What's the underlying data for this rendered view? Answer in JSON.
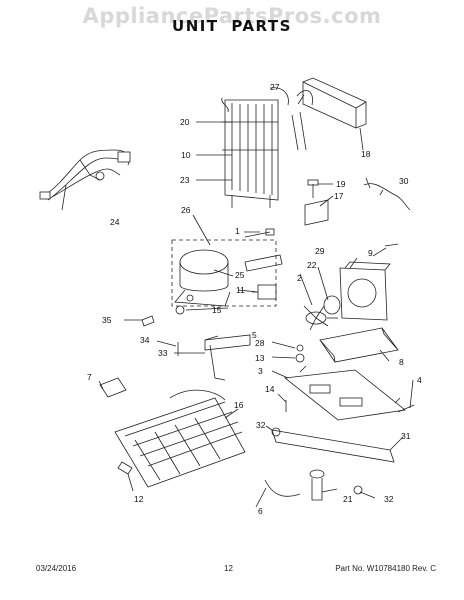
{
  "watermark": "AppliancePartsPros.com",
  "title": "UNIT  PARTS",
  "footer": {
    "date": "03/24/2016",
    "page_number": "12",
    "part_number": "Part No.  W10784180  Rev.  C"
  },
  "callouts": [
    "1",
    "2",
    "3",
    "4",
    "5",
    "6",
    "7",
    "8",
    "9",
    "10",
    "11",
    "12",
    "13",
    "14",
    "15",
    "16",
    "17",
    "18",
    "19",
    "20",
    "21",
    "22",
    "23",
    "24",
    "25",
    "26",
    "27",
    "28",
    "29",
    "30",
    "31",
    "32",
    "32",
    "33",
    "34",
    "35"
  ],
  "components": {
    "wire_harness": "wire-harness-icon",
    "condenser": "condenser-coil-icon",
    "compressor": "compressor-icon",
    "fan_blade": "fan-blade-icon",
    "fan_shroud": "fan-shroud-icon",
    "base_plate": "base-plate-icon",
    "drain_pan": "drain-pan-icon",
    "evaporator_grid": "condenser-grid-icon"
  }
}
